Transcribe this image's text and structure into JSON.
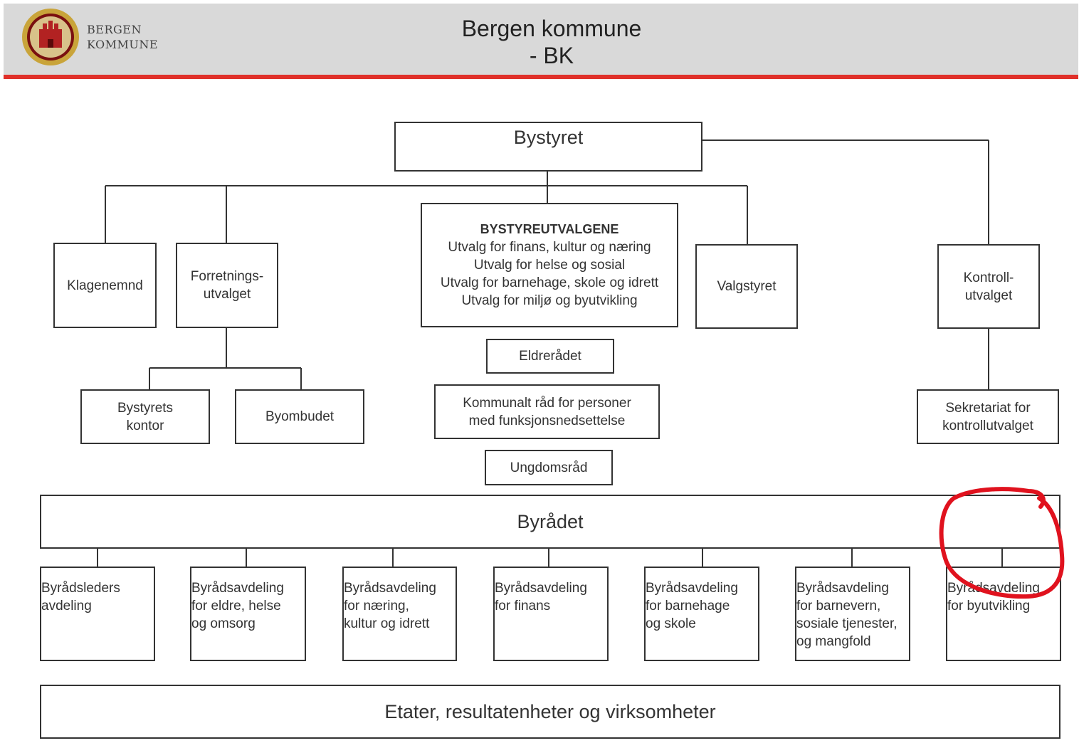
{
  "header": {
    "logo_icon": "bergen-coat-of-arms-icon",
    "logo_text": [
      "BERGEN",
      "KOMMUNE"
    ],
    "title_lines": [
      "Bergen kommune",
      "- BK"
    ],
    "accent_color": "#e0302a"
  },
  "org": {
    "bystyret": "Bystyret",
    "klagenemnd": "Klagenemnd",
    "forretningsutvalget": [
      "Forretnings-",
      "utvalget"
    ],
    "bystyreutvalgene": {
      "heading": "BYSTYREUTVALGENE",
      "items": [
        "Utvalg for finans, kultur og næring",
        "Utvalg for helse og sosial",
        "Utvalg for barnehage, skole og idrett",
        "Utvalg for miljø og byutvikling"
      ]
    },
    "valgstyret": "Valgstyret",
    "kontrollutvalget": [
      "Kontroll-",
      "utvalget"
    ],
    "bystyrets_kontor": [
      "Bystyrets",
      "kontor"
    ],
    "byombudet": "Byombudet",
    "eldreradet": "Eldrerådet",
    "kommunalt_rad": [
      "Kommunalt råd for personer",
      "med funksjonsnedsettelse"
    ],
    "ungdomsrad": "Ungdomsråd",
    "sekretariat": [
      "Sekretariat for",
      "kontrollutvalget"
    ],
    "byradet": "Byrådet",
    "avdelinger": [
      [
        "Byrådsleders",
        "avdeling"
      ],
      [
        "Byrådsavdeling",
        "for eldre, helse",
        "og omsorg"
      ],
      [
        "Byrådsavdeling",
        "for næring,",
        "kultur og idrett"
      ],
      [
        "Byrådsavdeling",
        "for finans"
      ],
      [
        "Byrådsavdeling",
        "for barnehage",
        "og skole"
      ],
      [
        "Byrådsavdeling",
        "for barnevern,",
        "sosiale tjenester,",
        "og mangfold"
      ],
      [
        "Byrådsavdeling",
        "for byutvikling"
      ]
    ],
    "etater": "Etater, resultatenheter og virksomheter"
  },
  "annotation": {
    "circle_color": "#e0121e"
  }
}
